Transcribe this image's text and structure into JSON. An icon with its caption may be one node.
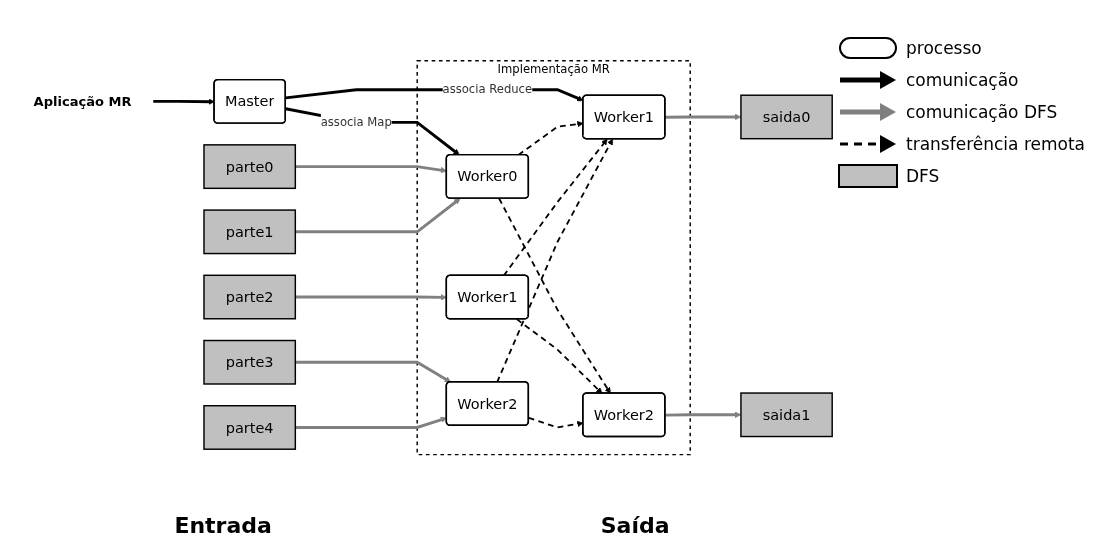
{
  "diagram": {
    "nodes": [
      {
        "text": [
          "Aplicação MR"
        ]
      },
      {
        "text": [
          "Master"
        ]
      },
      {
        "text": [
          "Implementação MR"
        ]
      },
      {
        "text": [
          "Worker0"
        ],
        "in": 2
      },
      {
        "text": [
          "Worker1"
        ],
        "in": 2
      },
      {
        "text": [
          "Worker2"
        ],
        "in": 2
      },
      {
        "text": [
          "Worker1"
        ],
        "in": 2
      },
      {
        "text": [
          "Worker2"
        ],
        "in": 2
      },
      {
        "text": [
          "parte0"
        ]
      },
      {
        "text": [
          "parte1"
        ]
      },
      {
        "text": [
          "parte2"
        ]
      },
      {
        "text": [
          "parte3"
        ]
      },
      {
        "text": [
          "parte4"
        ]
      },
      {
        "text": [
          "saida0"
        ]
      },
      {
        "text": [
          "saida1"
        ]
      }
    ],
    "edges": [
      {
        "from": 0,
        "to": 1,
        "arrow": "to"
      },
      {
        "from": 1,
        "to": 3,
        "arrow": "to",
        "label": "associa Map"
      },
      {
        "from": 1,
        "to": 6,
        "arrow": "to",
        "label": "associa Reduce"
      },
      {
        "from": 8,
        "to": 3,
        "arrow": "to",
        "color": "#808080"
      },
      {
        "from": 9,
        "to": 3,
        "arrow": "to",
        "color": "#808080"
      },
      {
        "from": 10,
        "to": 4,
        "arrow": "to",
        "color": "#808080"
      },
      {
        "from": 11,
        "to": 5,
        "arrow": "to",
        "color": "#808080"
      },
      {
        "from": 12,
        "to": 5,
        "arrow": "to",
        "color": "#808080"
      },
      {
        "from": 3,
        "to": 6,
        "arrow": "to",
        "style": "dashed"
      },
      {
        "from": 3,
        "to": 7,
        "arrow": "to",
        "style": "dashed"
      },
      {
        "from": 4,
        "to": 6,
        "arrow": "to",
        "style": "dashed"
      },
      {
        "from": 4,
        "to": 7,
        "arrow": "to",
        "style": "dashed"
      },
      {
        "from": 5,
        "to": 6,
        "arrow": "to",
        "style": "dashed"
      },
      {
        "from": 5,
        "to": 7,
        "arrow": "to",
        "style": "dashed"
      },
      {
        "from": 6,
        "to": 13,
        "arrow": "to",
        "color": "#808080"
      },
      {
        "from": 7,
        "to": 14,
        "arrow": "to",
        "color": "#808080"
      }
    ],
    "labels": [
      "Entrada",
      "Saída"
    ],
    "legend": [
      {
        "text": "processo"
      },
      {
        "text": "comunicação"
      },
      {
        "text": "comunicação DFS"
      },
      {
        "text": "transferência remota"
      },
      {
        "text": "DFS",
        "color": "#c0c0c0"
      }
    ]
  }
}
